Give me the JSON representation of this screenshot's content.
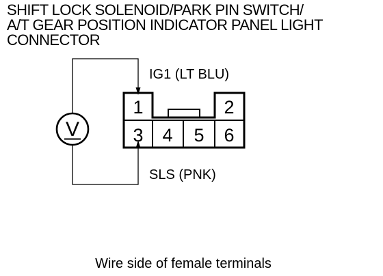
{
  "title": {
    "line1": "SHIFT LOCK SOLENOID/PARK PIN SWITCH/",
    "line2": "A/T GEAR POSITION INDICATOR PANEL LIGHT",
    "line3": "CONNECTOR"
  },
  "meter": {
    "symbol": "V",
    "icon": "voltmeter-icon"
  },
  "wires": {
    "top_label": "IG1 (LT BLU)",
    "bottom_label": "SLS (PNK)"
  },
  "connector": {
    "pins": [
      "1",
      "2",
      "3",
      "4",
      "5",
      "6"
    ]
  },
  "caption": "Wire side of female terminals",
  "colors": {
    "line": "#000000",
    "background": "#ffffff"
  }
}
